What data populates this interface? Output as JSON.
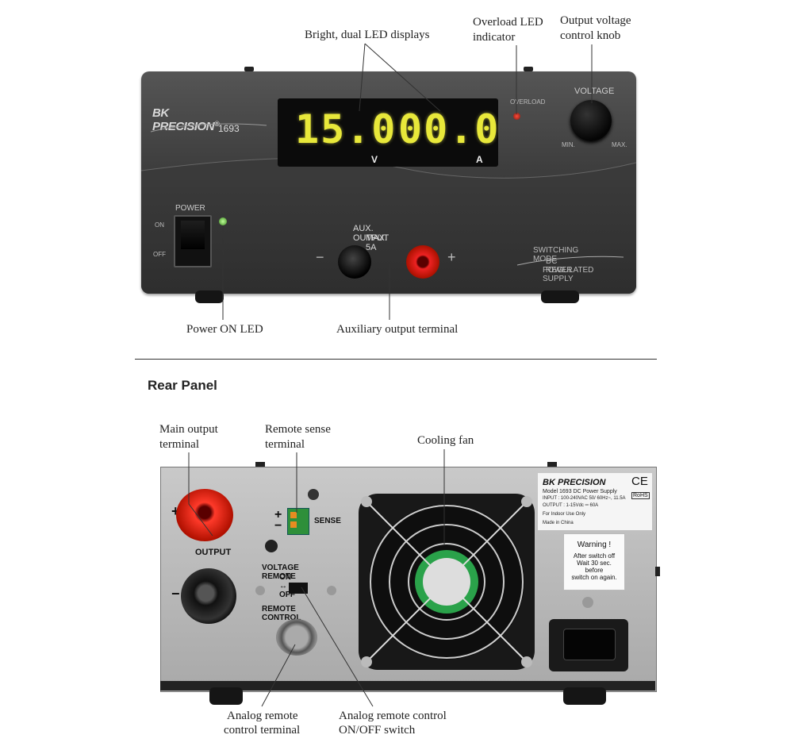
{
  "callouts": {
    "led_displays": "Bright, dual LED displays",
    "overload_led_line1": "Overload LED",
    "overload_led_line2": "indicator",
    "voltage_knob_line1": "Output voltage",
    "voltage_knob_line2": "control knob",
    "power_led": "Power ON LED",
    "aux_terminal": "Auxiliary output terminal",
    "main_output_line1": "Main output",
    "main_output_line2": "terminal",
    "remote_sense_line1": "Remote sense",
    "remote_sense_line2": "terminal",
    "cooling_fan": "Cooling fan",
    "analog_terminal_line1": "Analog remote",
    "analog_terminal_line2": "control terminal",
    "analog_switch_line1": "Analog remote control",
    "analog_switch_line2": "ON/OFF switch"
  },
  "rear_heading": "Rear Panel",
  "front_panel": {
    "brand": "BK PRECISION",
    "brand_mark": "®",
    "model": "1693",
    "voltage_display": "15.0",
    "current_display": "00.0",
    "voltage_unit": "V",
    "current_unit": "A",
    "overload_label": "OVERLOAD",
    "voltage_label": "VOLTAGE",
    "min_label": "MIN.",
    "max_label": "MAX.",
    "power_label": "POWER",
    "on_label": "ON",
    "off_label": "OFF",
    "aux_line1": "AUX. OUTPUT",
    "aux_line2": "MAX. 5A",
    "minus": "−",
    "plus": "+",
    "mode_line1": "SWITCHING MODE",
    "mode_line2": "DC REGULATED",
    "mode_line3": "POWER SUPPLY"
  },
  "rear_panel": {
    "output_label": "OUTPUT",
    "plus": "+",
    "minus": "−",
    "sense_label": "SENSE",
    "voltage_remote": "VOLTAGE REMOTE",
    "on_off": "ON ↔ OFF",
    "remote_control": "REMOTE CONTROL",
    "brand": "BK PRECISION",
    "model_line": "Model 1693 DC Power Supply",
    "input_line": "INPUT : 100-240VAC  50/ 60Hz~, 11.5A",
    "output_line": "OUTPUT : 1-15Vdc ═ 60A",
    "indoor_line": "For Indoor Use Only",
    "made_line": "Made in China",
    "ce_mark": "CE",
    "rohs": "RoHS",
    "warning_title": "Warning !",
    "warning_line1": "After switch off",
    "warning_line2": "Wait  30 sec.",
    "warning_line3": "before",
    "warning_line4": "switch on again."
  }
}
